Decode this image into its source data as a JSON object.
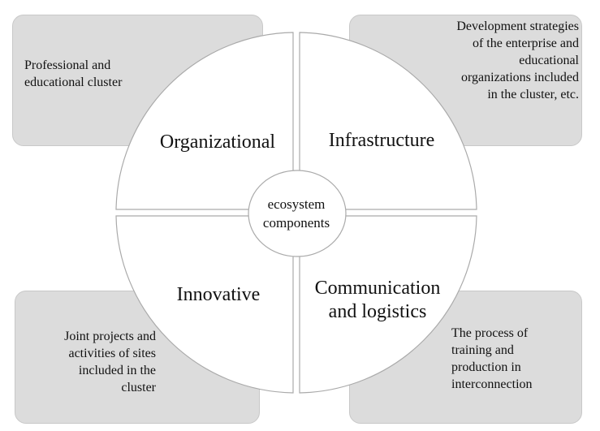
{
  "center": {
    "line1": "ecosystem",
    "line2": "components"
  },
  "quadrants": {
    "organizational": "Organizational",
    "infrastructure": "Infrastructure",
    "innovative": "Innovative",
    "communication_line1": "Communication",
    "communication_line2": "and logistics"
  },
  "notes": {
    "top_left": [
      "Professional and",
      "educational cluster"
    ],
    "top_right": [
      "Development strategies",
      "of the enterprise and",
      "educational",
      "organizations included",
      "in the cluster, etc."
    ],
    "bottom_left": [
      "Joint projects and",
      "activities of sites",
      "included in the",
      "cluster"
    ],
    "bottom_right": [
      "The process of",
      "training and",
      "production in",
      "interconnection"
    ]
  }
}
